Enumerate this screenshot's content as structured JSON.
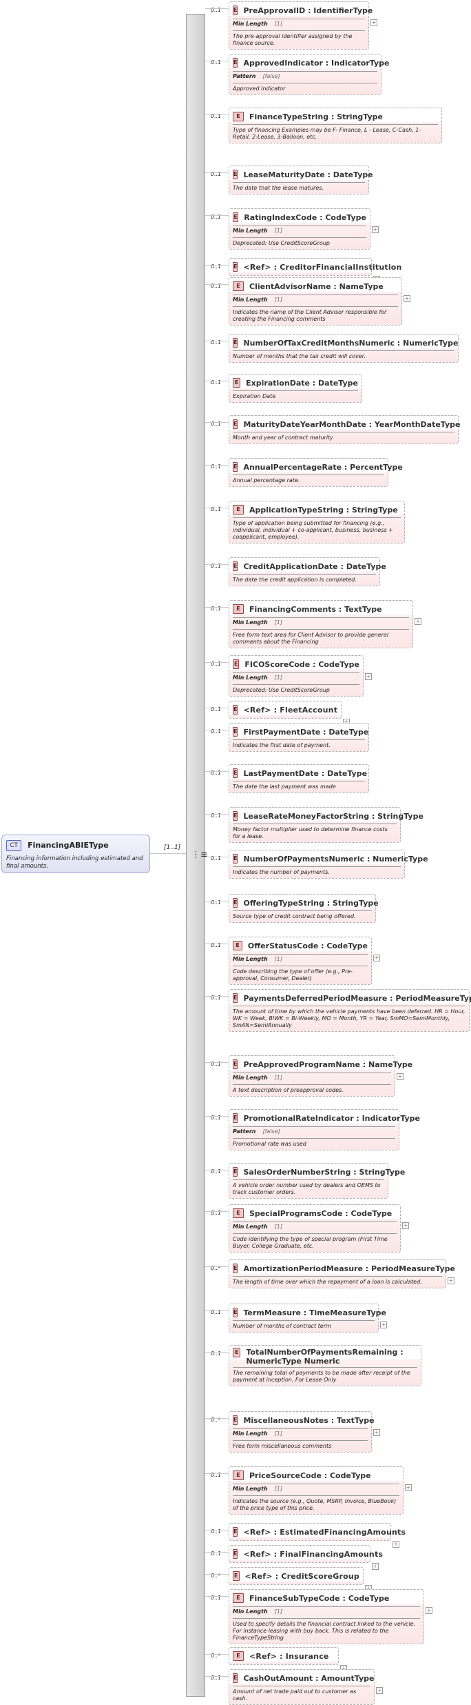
{
  "root": {
    "tag": "CT",
    "name": "FinancingABIEType",
    "description": "Financing information including estimated and final amounts.",
    "cardinality": "[1..1]"
  },
  "elements": [
    {
      "card": "0..1",
      "name": "PreApprovalID : IdentifierType",
      "facet": "Min Length",
      "facet_value": "[1]",
      "desc": "The pre-approval identifier assigned by the finance source.",
      "plus": true
    },
    {
      "card": "0..1",
      "name": "ApprovedIndicator : IndicatorType",
      "facet": "Pattern",
      "facet_value": "[false]",
      "desc": "Approved Indicator",
      "plus": false
    },
    {
      "card": "0..1",
      "name": "FinanceTypeString : StringType",
      "facet": "",
      "facet_value": "",
      "desc": "Type of financing Examples may be F- Finance, L - Lease, C-Cash, 1-Retail, 2-Lease, 3-Balloon, etc.",
      "plus": false
    },
    {
      "card": "0..1",
      "name": "LeaseMaturityDate : DateType",
      "facet": "",
      "facet_value": "",
      "desc": "The date that the lease matures.",
      "plus": false
    },
    {
      "card": "0..1",
      "name": "RatingIndexCode : CodeType",
      "facet": "Min Length",
      "facet_value": "[1]",
      "desc": "Deprecated: Use CreditScoreGroup",
      "plus": true
    },
    {
      "card": "0..1",
      "name": "<Ref>     : CreditorFinancialInstitution",
      "facet": "",
      "facet_value": "",
      "desc": "",
      "plus": true,
      "ref": true
    },
    {
      "card": "0..1",
      "name": "ClientAdvisorName : NameType",
      "facet": "Min Length",
      "facet_value": "[1]",
      "desc": "Indicates the name of the Client Advisor responsible for creating the Financing comments",
      "plus": true
    },
    {
      "card": "0..1",
      "name": "NumberOfTaxCreditMonthsNumeric : NumericType",
      "facet": "",
      "facet_value": "",
      "desc": "Number of months that the tax credit will cover.",
      "plus": false
    },
    {
      "card": "0..1",
      "name": "ExpirationDate : DateType",
      "facet": "",
      "facet_value": "",
      "desc": "Expiration Date",
      "plus": false
    },
    {
      "card": "0..1",
      "name": "MaturityDateYearMonthDate : YearMonthDateType",
      "facet": "",
      "facet_value": "",
      "desc": "Month and year of contract maturity",
      "plus": false
    },
    {
      "card": "0..1",
      "name": "AnnualPercentageRate : PercentType",
      "facet": "",
      "facet_value": "",
      "desc": "Annual percentage rate.",
      "plus": false
    },
    {
      "card": "0..1",
      "name": "ApplicationTypeString : StringType",
      "facet": "",
      "facet_value": "",
      "desc": "Type of application being submitted for financing (e.g., individual, individual + co-applicant, business, business + coapplicant, employee).",
      "plus": false
    },
    {
      "card": "0..1",
      "name": "CreditApplicationDate : DateType",
      "facet": "",
      "facet_value": "",
      "desc": "The date the credit application is completed.",
      "plus": false
    },
    {
      "card": "0..1",
      "name": "FinancingComments : TextType",
      "facet": "Min Length",
      "facet_value": "[1]",
      "desc": "Free form text area for Client Advisor to provide general comments about the Financing",
      "plus": true
    },
    {
      "card": "0..1",
      "name": "FICOScoreCode : CodeType",
      "facet": "Min Length",
      "facet_value": "[1]",
      "desc": "Deprecated: Use CreditScoreGroup",
      "plus": true
    },
    {
      "card": "0..1",
      "name": "<Ref>     : FleetAccount",
      "facet": "",
      "facet_value": "",
      "desc": "",
      "plus": true,
      "ref": true
    },
    {
      "card": "0..1",
      "name": "FirstPaymentDate : DateType",
      "facet": "",
      "facet_value": "",
      "desc": "Indicates the first date of payment.",
      "plus": false
    },
    {
      "card": "0..1",
      "name": "LastPaymentDate : DateType",
      "facet": "",
      "facet_value": "",
      "desc": "The date the last payment was made",
      "plus": false
    },
    {
      "card": "0..1",
      "name": "LeaseRateMoneyFactorString : StringType",
      "facet": "",
      "facet_value": "",
      "desc": "Money factor multiplier used to determine finance costs for a lease.",
      "plus": false
    },
    {
      "card": "0..1",
      "name": "NumberOfPaymentsNumeric : NumericType",
      "facet": "",
      "facet_value": "",
      "desc": "Indicates the number of payments.",
      "plus": false
    },
    {
      "card": "0..1",
      "name": "OfferingTypeString : StringType",
      "facet": "",
      "facet_value": "",
      "desc": "Source type of credit contract being offered.",
      "plus": false
    },
    {
      "card": "0..1",
      "name": "OfferStatusCode : CodeType",
      "facet": "Min Length",
      "facet_value": "[1]",
      "desc": "Code describing the type of offer (e.g., Pre-approval, Consumer, Dealer)",
      "plus": true
    },
    {
      "card": "0..1",
      "name": "PaymentsDeferredPeriodMeasure : PeriodMeasureType",
      "facet": "",
      "facet_value": "",
      "desc": "The amount of time by which the vehicle payments have been deferred. HR = Hour, WK = Week, BIWK = Bi-Weekly, MO = Month, YR = Year, SmMO=SemiMonthly, SmAN=SemiAnnually",
      "plus": true
    },
    {
      "card": "0..1",
      "name": "PreApprovedProgramName : NameType",
      "facet": "Min Length",
      "facet_value": "[1]",
      "desc": "A text description of preapproval codes.",
      "plus": true
    },
    {
      "card": "0..1",
      "name": "PromotionalRateIndicator : IndicatorType",
      "facet": "Pattern",
      "facet_value": "[false]",
      "desc": "Promotional rate was used",
      "plus": false
    },
    {
      "card": "0..1",
      "name": "SalesOrderNumberString : StringType",
      "facet": "",
      "facet_value": "",
      "desc": "A vehicle order number used by dealers and OEMS to track customer orders.",
      "plus": false
    },
    {
      "card": "0..1",
      "name": "SpecialProgramsCode : CodeType",
      "facet": "Min Length",
      "facet_value": "[1]",
      "desc": "Code identifying the type of special program (First Time Buyer, College Graduate, etc.",
      "plus": true
    },
    {
      "card": "0..*",
      "name": "AmortizationPeriodMeasure : PeriodMeasureType",
      "facet": "",
      "facet_value": "",
      "desc": "The length of time over which the repayment of a loan is calculated.",
      "plus": true
    },
    {
      "card": "0..1",
      "name": "TermMeasure : TimeMeasureType",
      "facet": "",
      "facet_value": "",
      "desc": "Number of months of contract term",
      "plus": true
    },
    {
      "card": "0..1",
      "name": "TotalNumberOfPaymentsRemaining : NumericType Numeric",
      "facet": "",
      "facet_value": "",
      "desc": "The remaining total of payments to be made after receipt of the payment at inception. For Lease Only",
      "plus": false,
      "multi": true
    },
    {
      "card": "0..*",
      "name": "MiscellaneousNotes : TextType",
      "facet": "Min Length",
      "facet_value": "[1]",
      "desc": "Free form miscellaneous comments",
      "plus": true
    },
    {
      "card": "0..1",
      "name": "PriceSourceCode : CodeType",
      "facet": "Min Length",
      "facet_value": "[1]",
      "desc": "Indicates the source (e.g., Quote, MSRP, Invoice, BlueBook) of the price type of this price.",
      "plus": true
    },
    {
      "card": "0..1",
      "name": "<Ref>     : EstimatedFinancingAmounts",
      "facet": "",
      "facet_value": "",
      "desc": "",
      "plus": true,
      "ref": true
    },
    {
      "card": "0..1",
      "name": "<Ref>     : FinalFinancingAmounts",
      "facet": "",
      "facet_value": "",
      "desc": "",
      "plus": true,
      "ref": true
    },
    {
      "card": "0..*",
      "name": "<Ref>     : CreditScoreGroup",
      "facet": "",
      "facet_value": "",
      "desc": "",
      "plus": true,
      "ref": true
    },
    {
      "card": "0..1",
      "name": "FinanceSubTypeCode : CodeType",
      "facet": "Min Length",
      "facet_value": "[1]",
      "desc": "Used to specify details the financial contract linked to the vehicle. For instance leasing with buy back. This is related to the FinanceTypeString",
      "plus": true
    },
    {
      "card": "0..*",
      "name": "<Ref>     : Insurance",
      "facet": "",
      "facet_value": "",
      "desc": "",
      "plus": true,
      "ref": true
    },
    {
      "card": "0..1",
      "name": "CashOutAmount : AmountType",
      "facet": "",
      "facet_value": "",
      "desc": "Amount of net trade paid out to customer as cash.",
      "plus": true
    }
  ]
}
